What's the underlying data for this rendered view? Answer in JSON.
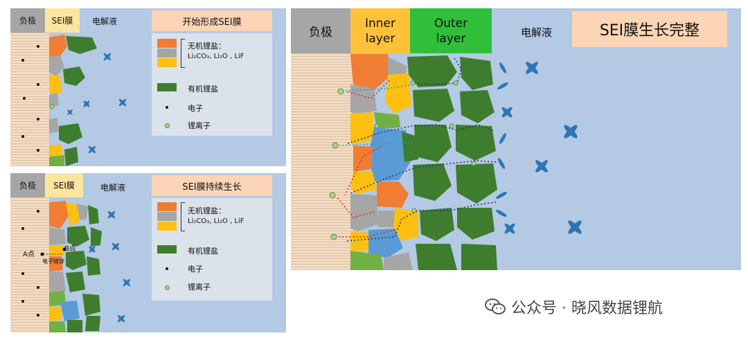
{
  "panel1": {
    "anode_label": "负极",
    "sei_label": "SEI膜",
    "electrolyte_label": "电解液",
    "title": "开始形成SEI膜",
    "legend": {
      "inorganic_title": "无机锂盐：",
      "inorganic_formula": "Li₂CO₃, Li₂O , LiF",
      "organic": "有机锂盐",
      "electron": "电子",
      "lithium_ion": "锂离子"
    }
  },
  "panel2": {
    "anode_label": "负极",
    "sei_label": "SEI膜",
    "electrolyte_label": "电解液",
    "title": "SEI膜持续生长",
    "point_a": "A点",
    "point_b": "B点",
    "electron_tunnel": "电子隧穿",
    "legend": {
      "inorganic_title": "无机锂盐：",
      "inorganic_formula": "Li₂CO₃, Li₂O , LiF",
      "organic": "有机锂盐",
      "electron": "电子",
      "lithium_ion": "锂离子"
    }
  },
  "panel3": {
    "anode_label": "负极",
    "inner_layer": "Inner\nlayer",
    "outer_layer": "Outer\nlayer",
    "electrolyte_label": "电解液",
    "title": "SEI膜生长完整"
  },
  "watermark": {
    "icon": "wechat-icon",
    "text": "公众号 · 晓风数据锂航"
  },
  "colors": {
    "electrolyte": "#b3c9e4",
    "anode": "#f2dcc3",
    "inorganic_orange": "#ef7d33",
    "inorganic_gray": "#a6a6a6",
    "inorganic_yellow": "#fdc010",
    "organic_green": "#3e7d2e",
    "light_green": "#72b043",
    "blue_region": "#5b9bd5",
    "solvent_blue": "#2e75b6"
  }
}
